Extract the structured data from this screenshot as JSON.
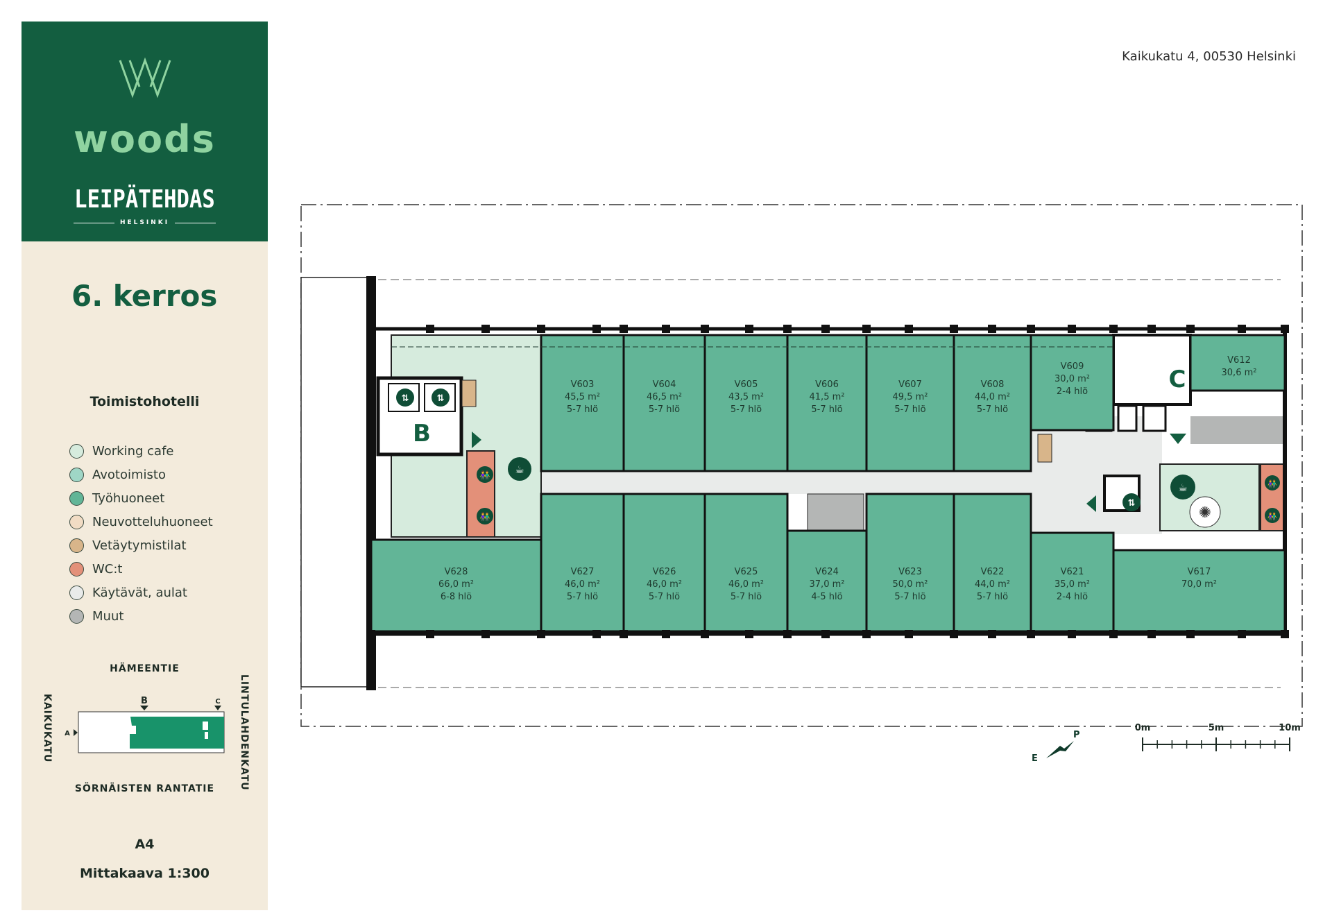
{
  "header": {
    "brand": "woods",
    "project": "LEIPÄTEHDAS",
    "city": "HELSINKI",
    "address": "Kaikukatu 4, 00530 Helsinki"
  },
  "floor_title": "6. kerros",
  "legend": {
    "title": "Toimistohotelli",
    "items": [
      {
        "label": "Working cafe",
        "color": "#d6ebdd"
      },
      {
        "label": "Avotoimisto",
        "color": "#9fd6c6"
      },
      {
        "label": "Työhuoneet",
        "color": "#62b597"
      },
      {
        "label": "Neuvotteluhuoneet",
        "color": "#f1dcc4"
      },
      {
        "label": "Vetäytymistilat",
        "color": "#d8b58a"
      },
      {
        "label": "WC:t",
        "color": "#e39079"
      },
      {
        "label": "Käytävät, aulat",
        "color": "#e9ebea"
      },
      {
        "label": "Muut",
        "color": "#b4b6b5"
      }
    ]
  },
  "keymap": {
    "north": "HÄMEENTIE",
    "south": "SÖRNÄISTEN RANTATIE",
    "west": "KAIKUKATU",
    "east": "LINTULAHDENKATU",
    "markers": [
      "A",
      "B",
      "C"
    ]
  },
  "paper": "A4",
  "scale_text": "Mittakaava 1:300",
  "scale_bar": {
    "labels": [
      "0m",
      "5m",
      "10m"
    ]
  },
  "compass": {
    "labels": [
      "P",
      "E"
    ]
  },
  "stairwells": [
    "B",
    "C"
  ],
  "rooms": [
    {
      "id": "V603",
      "area": "45,5 m²",
      "persons": "5-7 hlö"
    },
    {
      "id": "V604",
      "area": "46,5 m²",
      "persons": "5-7 hlö"
    },
    {
      "id": "V605",
      "area": "43,5 m²",
      "persons": "5-7 hlö"
    },
    {
      "id": "V606",
      "area": "41,5 m²",
      "persons": "5-7 hlö"
    },
    {
      "id": "V607",
      "area": "49,5 m²",
      "persons": "5-7 hlö"
    },
    {
      "id": "V608",
      "area": "44,0 m²",
      "persons": "5-7 hlö"
    },
    {
      "id": "V609",
      "area": "30,0 m²",
      "persons": "2-4 hlö"
    },
    {
      "id": "V612",
      "area": "30,6 m²",
      "persons": ""
    },
    {
      "id": "V628",
      "area": "66,0 m²",
      "persons": "6-8 hlö"
    },
    {
      "id": "V627",
      "area": "46,0 m²",
      "persons": "5-7 hlö"
    },
    {
      "id": "V626",
      "area": "46,0 m²",
      "persons": "5-7 hlö"
    },
    {
      "id": "V625",
      "area": "46,0 m²",
      "persons": "5-7 hlö"
    },
    {
      "id": "V624",
      "area": "37,0 m²",
      "persons": "4-5 hlö"
    },
    {
      "id": "V623",
      "area": "50,0 m²",
      "persons": "5-7 hlö"
    },
    {
      "id": "V622",
      "area": "44,0 m²",
      "persons": "5-7 hlö"
    },
    {
      "id": "V621",
      "area": "35,0 m²",
      "persons": "2-4 hlö"
    },
    {
      "id": "V617",
      "area": "70,0 m²",
      "persons": ""
    }
  ]
}
